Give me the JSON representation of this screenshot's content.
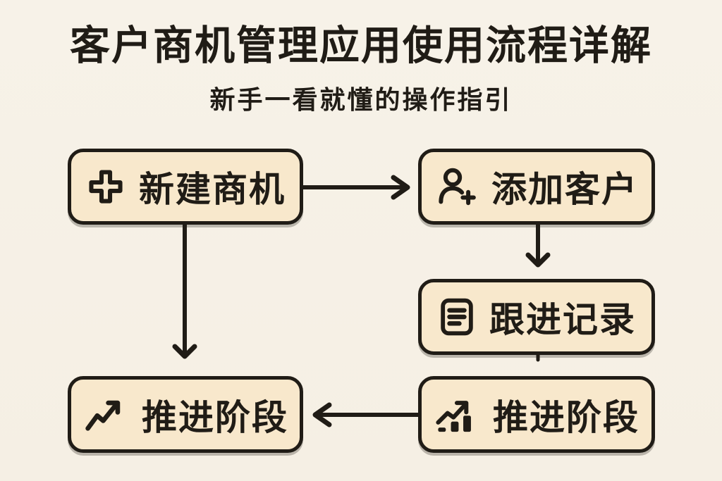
{
  "theme": {
    "bg": "#f6f1e7",
    "ink": "#201c16",
    "box_fill": "#f8e8cc"
  },
  "header": {
    "title": "客户商机管理应用使用流程详解",
    "subtitle": "新手一看就懂的操作指引"
  },
  "nodes": [
    {
      "id": "create",
      "label": "新建商机",
      "icon": "plus-icon"
    },
    {
      "id": "add-customer",
      "label": "添加客户",
      "icon": "user-plus-icon"
    },
    {
      "id": "follow-up",
      "label": "跟进记录",
      "icon": "document-icon"
    },
    {
      "id": "advance-left",
      "label": "推进阶段",
      "icon": "trend-up-icon"
    },
    {
      "id": "advance-right",
      "label": "推进阶段",
      "icon": "chart-increasing-icon"
    }
  ],
  "edges": [
    {
      "from": "create",
      "to": "add-customer",
      "direction": "right"
    },
    {
      "from": "add-customer",
      "to": "follow-up",
      "direction": "down"
    },
    {
      "from": "create",
      "to": "advance-left",
      "direction": "down"
    },
    {
      "from": "advance-right",
      "to": "advance-left",
      "direction": "left"
    }
  ]
}
